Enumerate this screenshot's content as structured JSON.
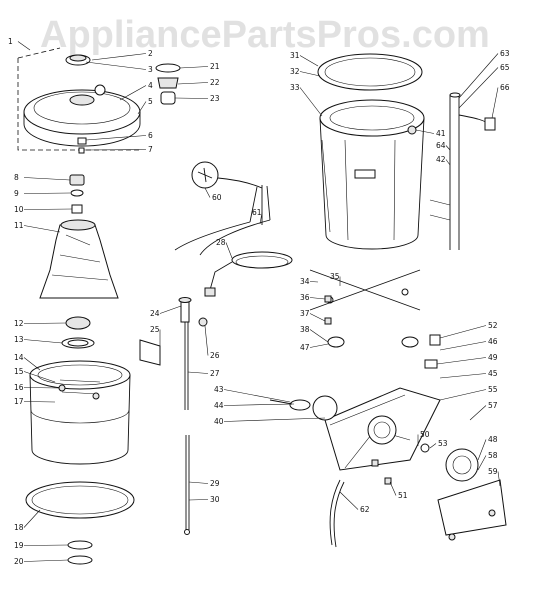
{
  "watermark": "AppliancePartsPros.com",
  "callouts": [
    "1",
    "2",
    "3",
    "4",
    "5",
    "6",
    "7",
    "8",
    "9",
    "10",
    "11",
    "12",
    "13",
    "14",
    "15",
    "16",
    "17",
    "18",
    "19",
    "20",
    "21",
    "22",
    "23",
    "24",
    "25",
    "26",
    "27",
    "28",
    "29",
    "30",
    "31",
    "32",
    "33",
    "34",
    "35",
    "36",
    "37",
    "38",
    "40",
    "41",
    "42",
    "43",
    "44",
    "45",
    "46",
    "47",
    "48",
    "49",
    "50",
    "51",
    "52",
    "53",
    "55",
    "57",
    "58",
    "59",
    "60",
    "61",
    "62",
    "63",
    "64",
    "65",
    "66"
  ]
}
